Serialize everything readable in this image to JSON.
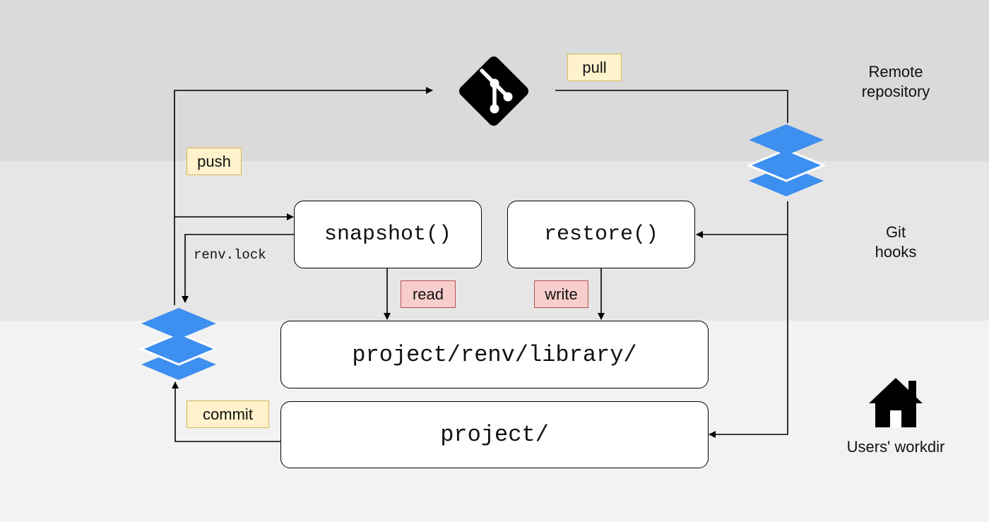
{
  "zones": {
    "remote": {
      "line1": "Remote",
      "line2": "repository"
    },
    "hooks": {
      "line1": "Git",
      "line2": "hooks"
    },
    "workdir": {
      "label": "Users' workdir"
    }
  },
  "functions": {
    "snapshot": "snapshot()",
    "restore": "restore()"
  },
  "paths": {
    "library": "project/renv/library/",
    "project": "project/"
  },
  "tags": {
    "pull": "pull",
    "push": "push",
    "commit": "commit",
    "read": "read",
    "write": "write"
  },
  "edge_labels": {
    "lockfile": "renv.lock"
  },
  "icons": {
    "git": "git-logo-icon",
    "layers": "layers-icon",
    "home": "house-icon"
  },
  "colors": {
    "layers_blue": "#3d8ff0",
    "tag_yellow_fill": "#fff2cc",
    "tag_yellow_border": "#d6b656",
    "tag_red_fill": "#f8cecc",
    "tag_red_border": "#b85450"
  }
}
